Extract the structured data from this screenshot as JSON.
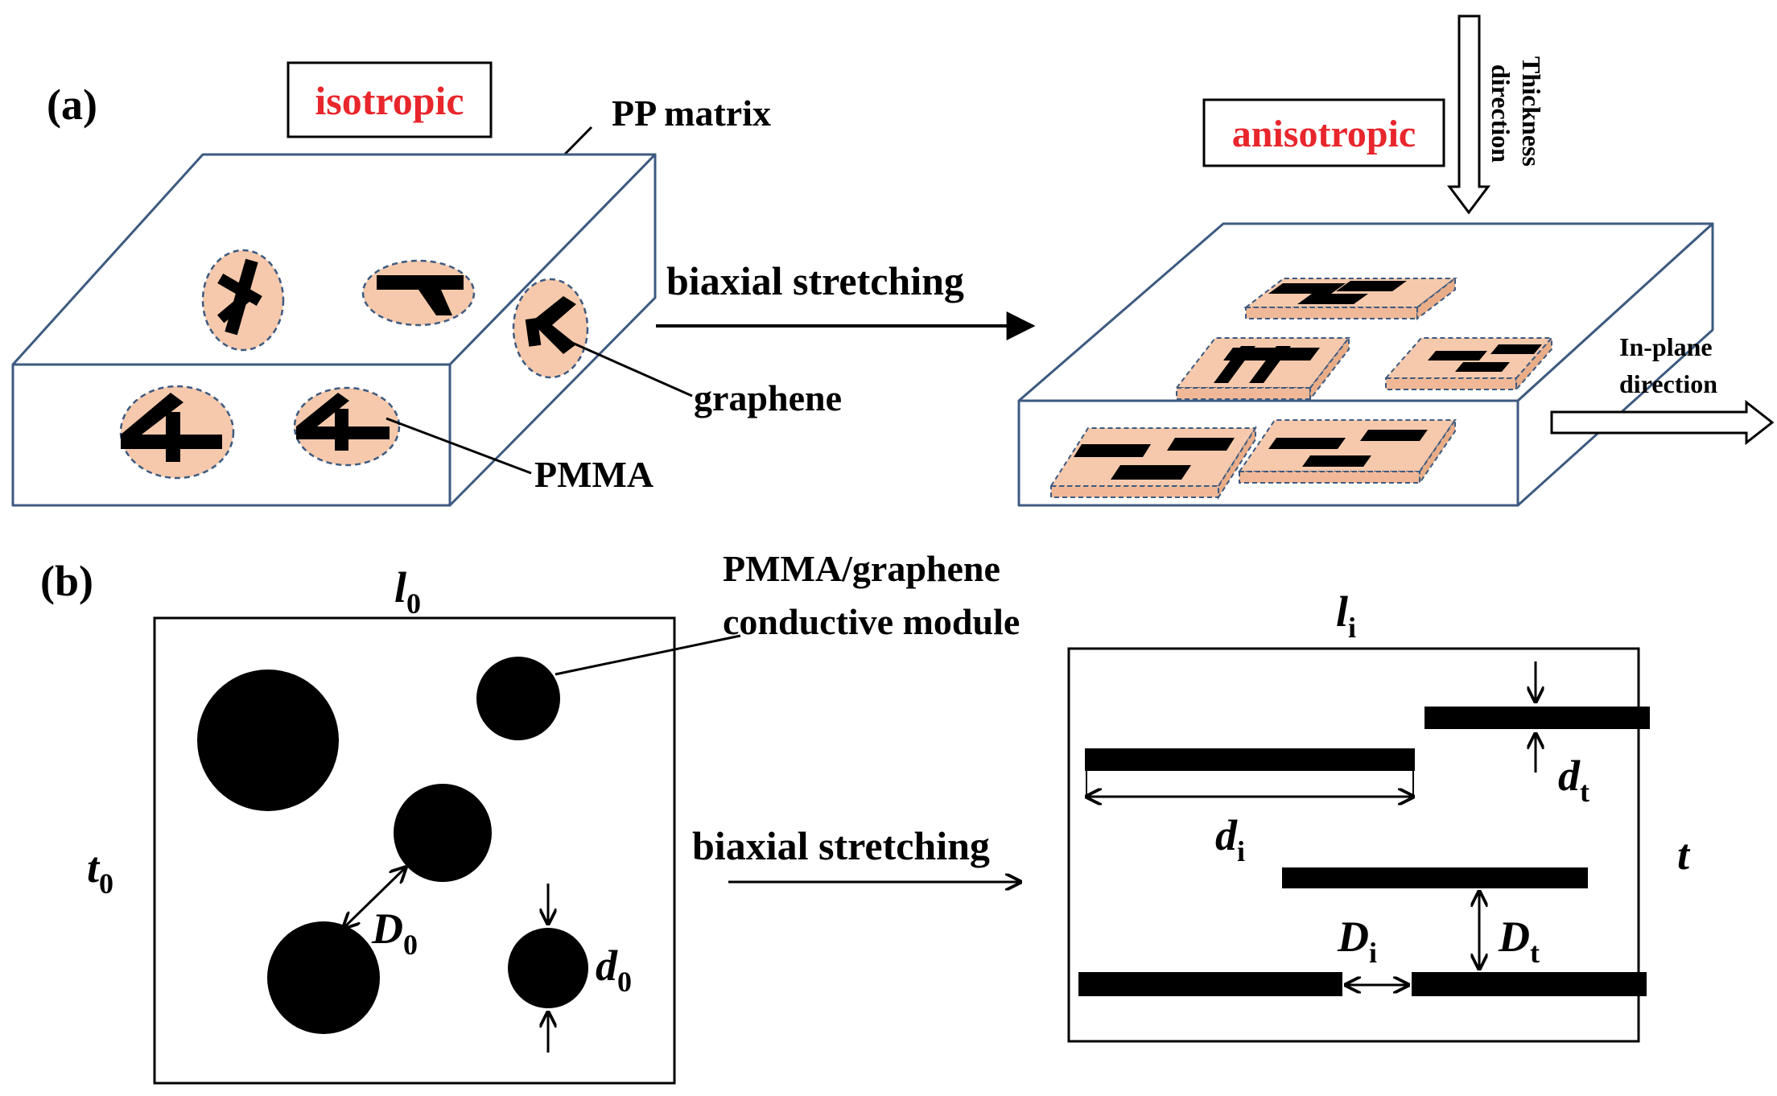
{
  "panel_a": {
    "label": "(a)",
    "isotropic": "isotropic",
    "anisotropic": "anisotropic",
    "pp_matrix": "PP matrix",
    "graphene": "graphene",
    "pmma": "PMMA",
    "arrow_label": "biaxial stretching",
    "thickness_line1": "Thickness",
    "thickness_line2": "direction",
    "inplane_line1": "In-plane",
    "inplane_line2": "direction"
  },
  "panel_b": {
    "label": "(b)",
    "module_line1": "PMMA/graphene",
    "module_line2": "conductive module",
    "arrow_label": "biaxial stretching",
    "l0_base": "l",
    "l0_sub": "0",
    "t0_base": "t",
    "t0_sub": "0",
    "D0_base": "D",
    "D0_sub": "0",
    "d0_base": "d",
    "d0_sub": "0",
    "li_base": "l",
    "li_sub": "i",
    "t_label": "t",
    "di_base": "d",
    "di_sub": "i",
    "dt_base": "d",
    "dt_sub": "t",
    "Di_base": "D",
    "Di_sub": "i",
    "Dt_base": "D",
    "Dt_sub": "t"
  },
  "colors": {
    "box_edge": "#3d5a80",
    "domain_fill": "#f6c9ac",
    "highlight_red": "#e8262c"
  }
}
